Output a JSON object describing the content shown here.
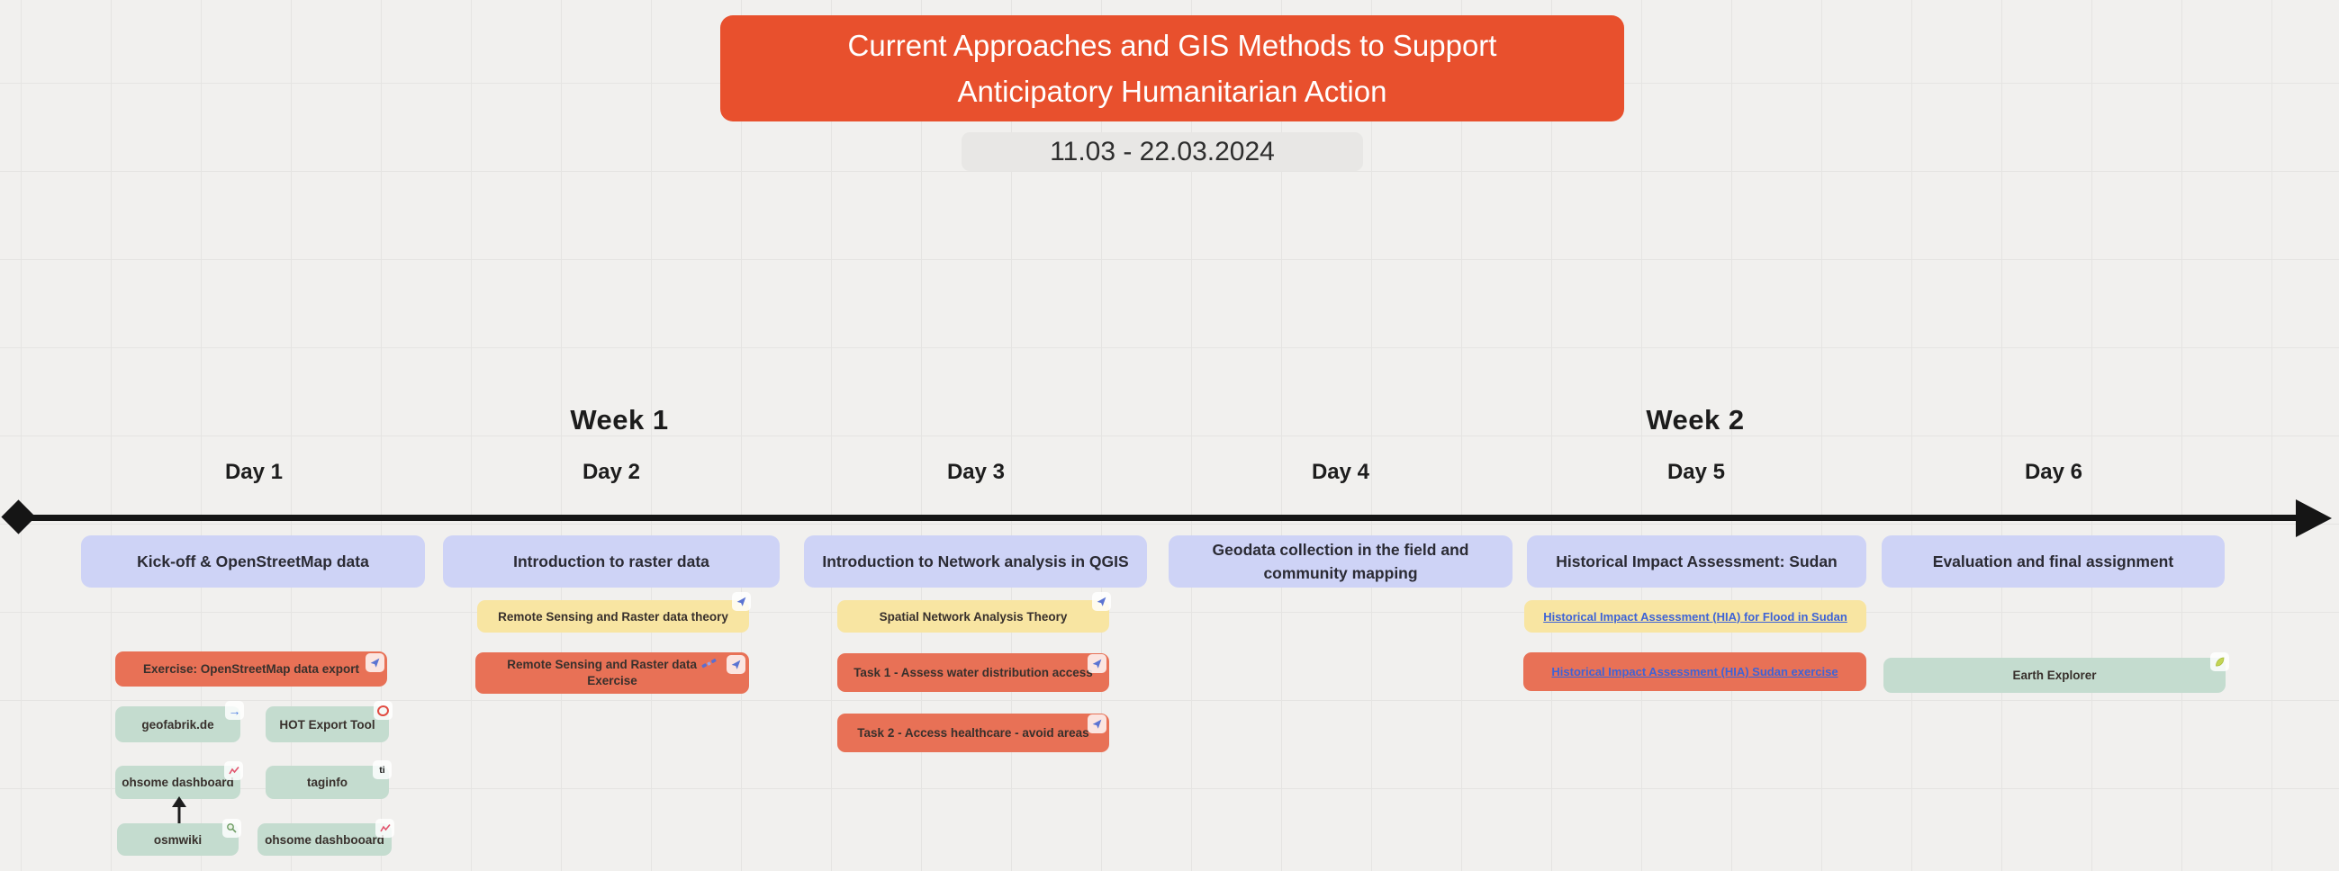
{
  "title": "Current Approaches and GIS Methods to Support Anticipatory Humanitarian Action",
  "date_range": "11.03 - 22.03.2024",
  "weeks": {
    "week1": "Week 1",
    "week2": "Week 2"
  },
  "days": [
    {
      "label": "Day 1",
      "header": "Kick-off & OpenStreetMap data"
    },
    {
      "label": "Day 2",
      "header": "Introduction to raster data"
    },
    {
      "label": "Day 3",
      "header": "Introduction to Network analysis in QGIS"
    },
    {
      "label": "Day 4",
      "header": "Geodata collection in the field and community mapping"
    },
    {
      "label": "Day 5",
      "header": "Historical Impact Assessment: Sudan"
    },
    {
      "label": "Day 6",
      "header": "Evaluation and final assignment"
    }
  ],
  "cards": {
    "exercise_osm": "Exercise: OpenStreetMap data export",
    "rs_theory": "Remote Sensing and Raster data theory",
    "rs_exercise_l1": "Remote Sensing and Raster data",
    "rs_exercise_l2": "Exercise",
    "network_theory": "Spatial Network Analysis Theory",
    "task1": "Task 1 - Assess water distribution access",
    "task2": "Task 2 - Access healthcare - avoid areas",
    "hia_flood_link": "Historical Impact Assessment (HIA) for Flood in Sudan",
    "hia_exercise_link": "Historical Impact Assessment (HIA) Sudan exercise",
    "geofabrik": "geofabrik.de",
    "hot_export": "HOT Export Tool",
    "ohsome_dashboard": "ohsome dashboard",
    "taginfo": "taginfo",
    "osmwiki": "osmwiki",
    "ohsome_dashboard2": "ohsome dashbooard",
    "earth_explorer": "Earth Explorer"
  },
  "icons": {
    "taginfo_badge": "ti"
  },
  "colors": {
    "banner_orange": "#e8502d",
    "card_orange": "#e87156",
    "card_yellow": "#f8e5a2",
    "card_lavender": "#ced3f6",
    "card_green": "#c4dccf",
    "link_blue": "#3e63d6",
    "timeline_black": "#151515",
    "background": "#f1f0ee"
  }
}
